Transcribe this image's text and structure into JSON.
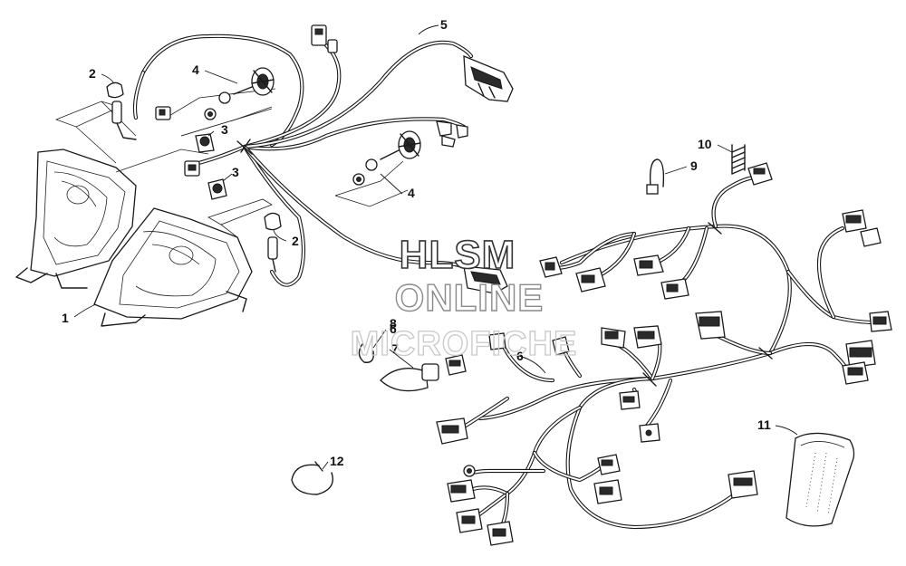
{
  "diagram": {
    "callouts": [
      "1",
      "2",
      "2",
      "3",
      "3",
      "4",
      "4",
      "5",
      "6",
      "6",
      "7",
      "8",
      "9",
      "10",
      "11",
      "12"
    ],
    "watermark": {
      "line1": "HLSM",
      "line2": "ONLINE",
      "line3": "MICROFICHE"
    }
  }
}
